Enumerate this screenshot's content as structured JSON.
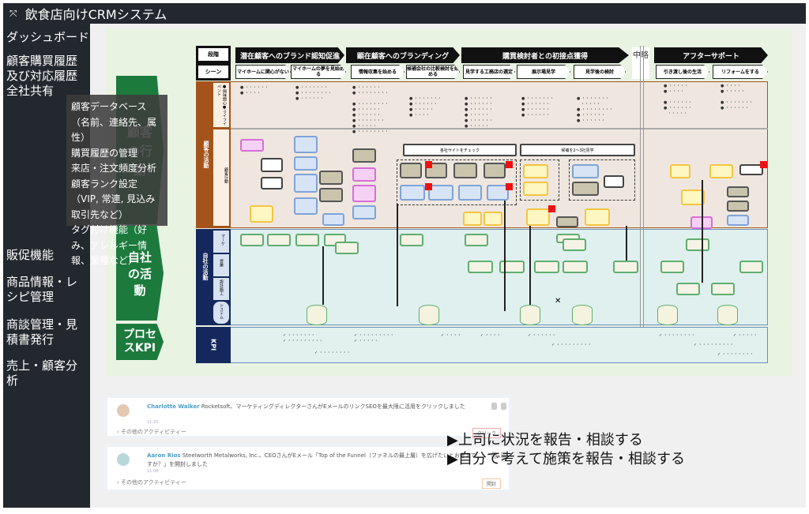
{
  "app": {
    "title": "飲食店向けCRMシステム",
    "icon": "expand-icon"
  },
  "sidebar": {
    "items": [
      {
        "label": "ダッシュボード"
      },
      {
        "label": "顧客購買履歴及び対応履歴全社共有"
      },
      {
        "label": "販促機能"
      },
      {
        "label": "商品情報・レシピ管理"
      },
      {
        "label": "商談管理・見積書発行"
      },
      {
        "label": "売上・顧客分析"
      }
    ]
  },
  "tooltip": {
    "lines": [
      "顧客データベース（名前、連絡先、属性）",
      "購買履歴の管理",
      "来店・注文頻度分析",
      "顧客ランク設定（VIP, 常連, 見込み取引先など）",
      "タグ付け機能（好み、アレルギー情報、業種など）"
    ]
  },
  "journey": {
    "row_headers": {
      "stage": "段階",
      "scene": "シーン"
    },
    "left_arrows": [
      {
        "label": "顧客の行動"
      },
      {
        "label": "自社の活動"
      },
      {
        "label": "プロセスKPI"
      }
    ],
    "phases": [
      {
        "label": "潜在顧客へのブランド認知促進"
      },
      {
        "label": "顕在顧客へのブランディング"
      },
      {
        "label": "購買検討者との初接点獲得"
      },
      {
        "label": "中略"
      },
      {
        "label": "アフターサポート"
      }
    ],
    "scenes": [
      "マイホームに関心がない",
      "マイホームの夢を見始める",
      "情報収集を始める",
      "候補会社の比較検討を始める",
      "見学する工務店の選定",
      "展示場見学",
      "見学後の検討",
      "引き渡し後の生活",
      "リフォームをする"
    ],
    "lane_labels": {
      "customer": "顧客の活動",
      "customer_sub": [
        "●興味関心●ライフイベント",
        "顧客行動"
      ],
      "company": "自社の活動",
      "company_sub": [
        "マーケ",
        "営業",
        "設計施工",
        "システム"
      ],
      "kpi": "KPI"
    },
    "group_labels": [
      "各社サイトをチェック",
      "候補を2～3社見学"
    ]
  },
  "activity": [
    {
      "name": "Charlotte Walker",
      "text": "Rocketsoft、マーケティングディレクターさんがEメールのリンクSEOを最大限に活用をクリックしました",
      "time": "11:20",
      "more": "その他のアクティビティー",
      "tag": "クリック"
    },
    {
      "name": "Aaron Rios",
      "text": "Steelworth Metalworks, Inc.、CEOさんがEメール「Top of the Funnel（ファネルの最上層）を広げたいとお考えですか？」を開封しました",
      "time": "11:08",
      "more": "その他のアクティビティー",
      "tag": "開封"
    }
  ],
  "notes": [
    "▶上司に状況を報告・相談する",
    "▶自分で考えて施策を報告・相談する"
  ],
  "colors": {
    "green": "#1c7a3d",
    "navy": "#15285e",
    "brown": "#a4541a",
    "dark": "#23272e"
  }
}
